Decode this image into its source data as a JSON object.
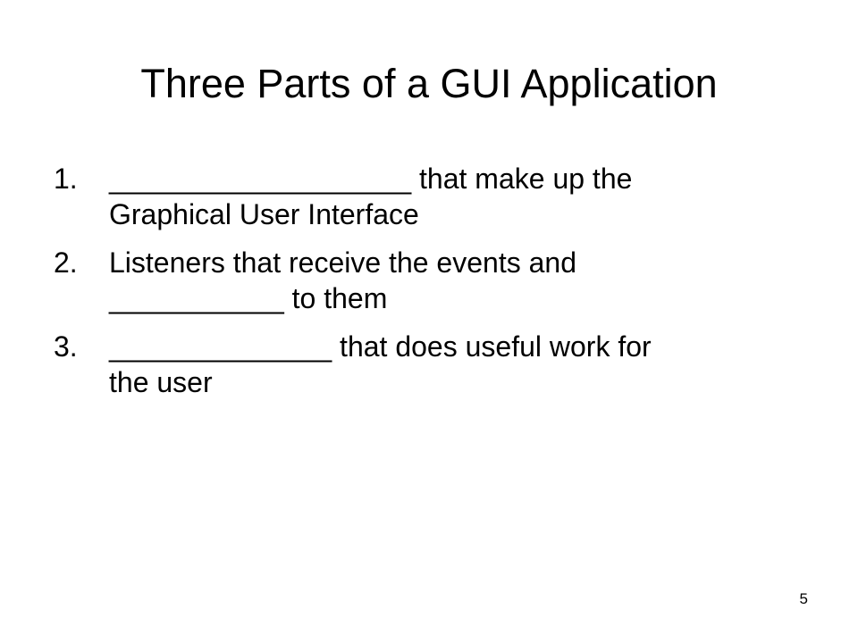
{
  "slide": {
    "title": "Three Parts of a GUI Application",
    "items": [
      {
        "number": "1.",
        "line1": "___________________ that make up the",
        "line2": "Graphical User Interface"
      },
      {
        "number": "2.",
        "line1": "Listeners that receive the events and",
        "line2": "___________ to them"
      },
      {
        "number": "3.",
        "line1": "______________ that does useful work for",
        "line2": "the user"
      }
    ],
    "page_number": "5"
  }
}
